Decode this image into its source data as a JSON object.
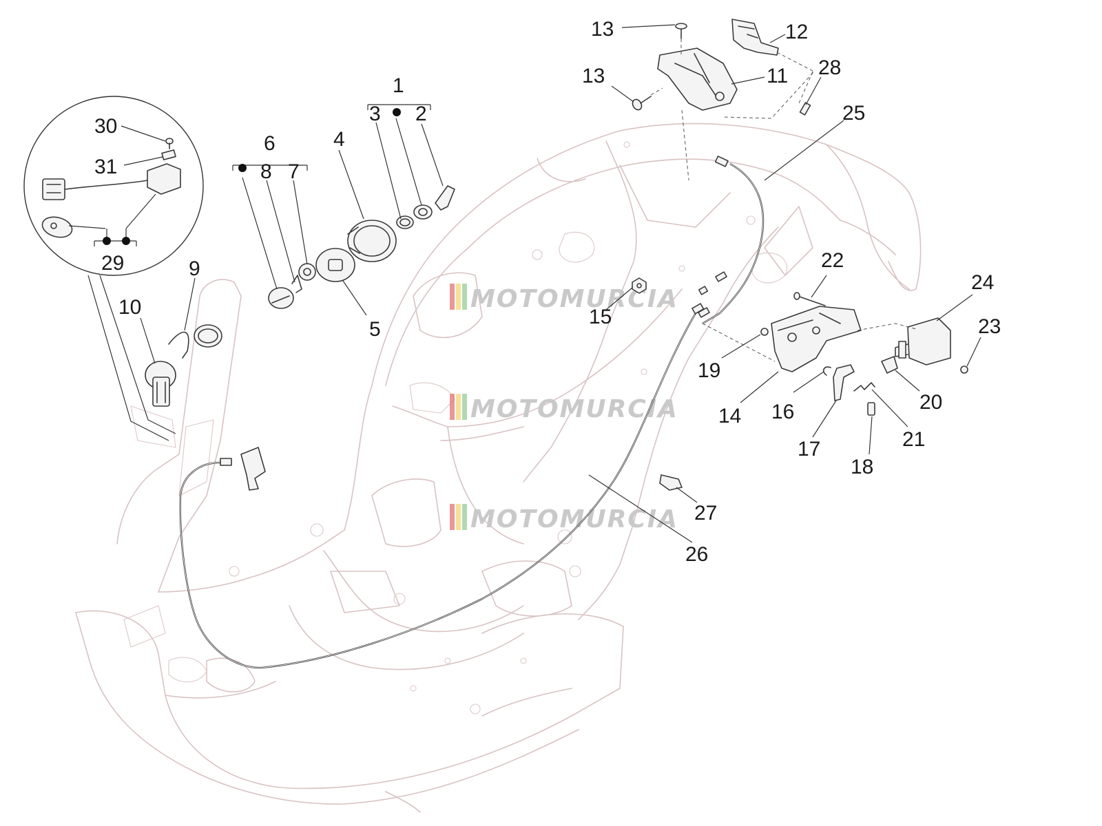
{
  "watermark": "MOTOMURCIA",
  "colors": {
    "frame": "#d9c2c2",
    "ink": "#1a1a1a",
    "stripe_red": "#e06b6b",
    "stripe_yellow": "#f2d46b",
    "stripe_green": "#8fc98f"
  },
  "callouts": [
    "1",
    "2",
    "3",
    "4",
    "5",
    "6",
    "7",
    "8",
    "9",
    "10",
    "11",
    "12",
    "13",
    "13",
    "14",
    "15",
    "16",
    "17",
    "18",
    "19",
    "20",
    "21",
    "22",
    "23",
    "24",
    "25",
    "26",
    "27",
    "28",
    "29",
    "30",
    "31"
  ]
}
